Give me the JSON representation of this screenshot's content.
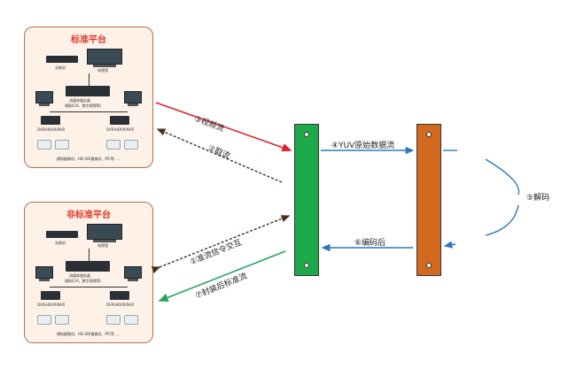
{
  "platforms": {
    "standard": {
      "title": "标准平台",
      "switch_label": "交换机",
      "tvwall_label": "电视墙",
      "server_label": "流媒体服务器",
      "server_sub": "（模拟CVI、数字视频等）",
      "left_dvr": "DVR/HDVR/NVR",
      "right_dvr": "DVR/HDVR/NVR",
      "cam_caption": "模拟摄像机、HD-SDI摄像机、IPC等……"
    },
    "nonstandard": {
      "title": "非标准平台",
      "switch_label": "交换机",
      "tvwall_label": "电视墙",
      "server_label": "流媒体服务器",
      "server_sub": "（模拟CVI、数字视频等）",
      "left_dvr": "DVR/HDVR/NVR",
      "right_dvr": "DVR/HDVR/NVR",
      "cam_caption": "模拟摄像机、HD-SDI摄像机、IPC等……"
    }
  },
  "labels": {
    "video_stream": "③视频流",
    "fetch_stream": "②取流",
    "signaling": "①准流信令交互",
    "encapsulated": "⑦封装后标准流",
    "yuv_stream": "④YUV原始数据流",
    "decode": "⑤解码",
    "after_encode": "⑥编码后"
  },
  "colors": {
    "green_bar": "#1faa4a",
    "orange_bar": "#d2691e",
    "red_arrow": "#e0202f",
    "blue_arrow": "#2a79c0",
    "green_arrow": "#22a55a",
    "dark_arrow": "#4a2d1a"
  }
}
